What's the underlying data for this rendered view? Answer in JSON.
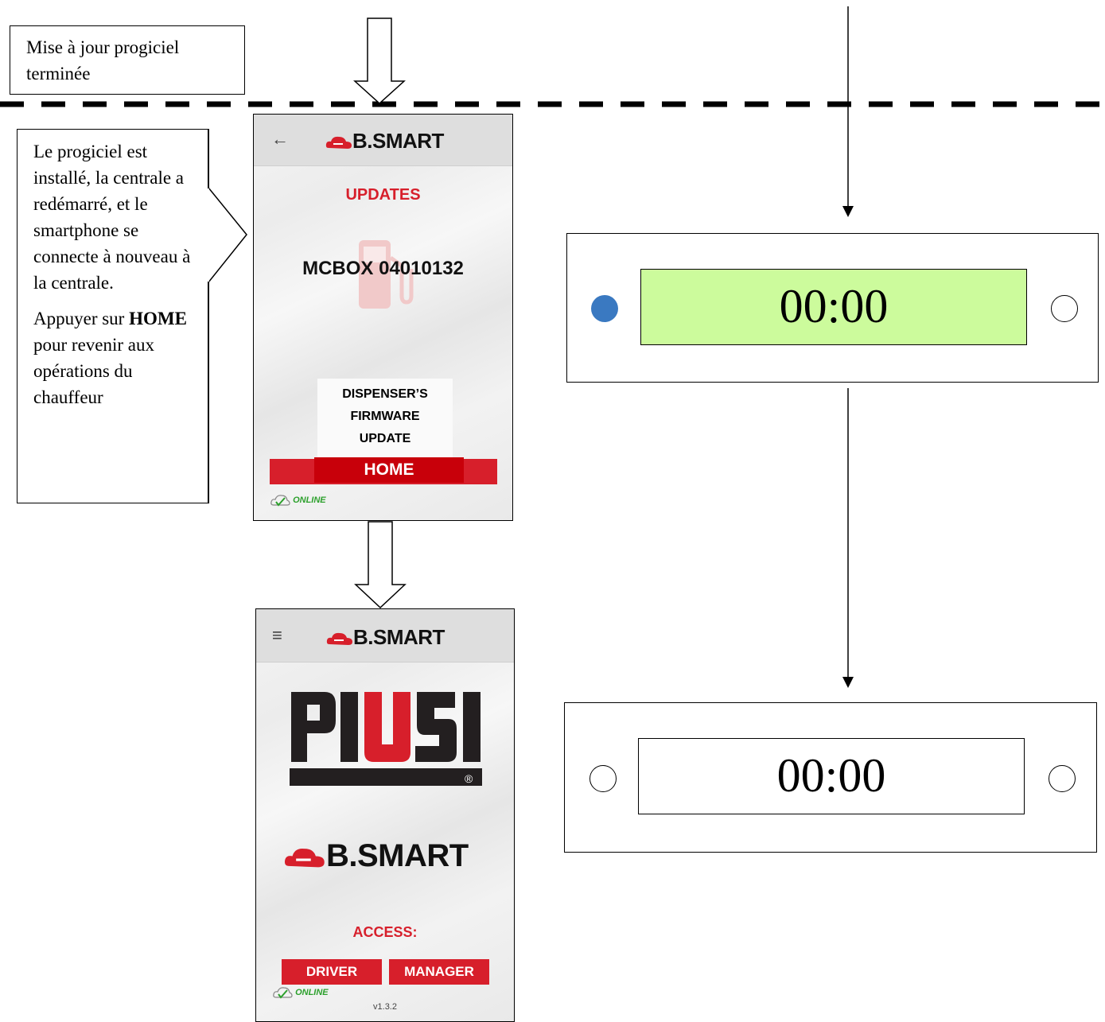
{
  "callout_top": {
    "text": "Mise à jour progiciel terminée"
  },
  "callout_left": {
    "paragraph1": "Le progiciel est installé, la centrale a redémarré, et le smartphone se connecte à nouveau à la centrale.",
    "p2_before": "Appuyer sur ",
    "p2_bold": "HOME",
    "p2_after": " pour revenir aux opérations du chauffeur"
  },
  "phone_updates": {
    "brand": "B.SMART",
    "title": "UPDATES",
    "device": "MCBOX 04010132",
    "dispenser_line1": "DISPENSER’S",
    "dispenser_line2": "FIRMWARE",
    "dispenser_line3": "UPDATE",
    "home_button": "HOME",
    "status": "ONLINE"
  },
  "phone_home": {
    "brand": "B.SMART",
    "logo_text": "PIUSI",
    "registered": "®",
    "brand_large": "B.SMART",
    "access_label": "ACCESS:",
    "driver_button": "DRIVER",
    "manager_button": "MANAGER",
    "status": "ONLINE",
    "version": "v1.3.2"
  },
  "panel_top": {
    "time": "00:00",
    "left_led": "on",
    "right_led": "off",
    "display_color": "#ccfb9c"
  },
  "panel_bottom": {
    "time": "00:00",
    "left_led": "off",
    "right_led": "off"
  },
  "colors": {
    "brand_red": "#d71f2b",
    "led_blue": "#3a79c1",
    "online_green": "#2ca02c"
  }
}
